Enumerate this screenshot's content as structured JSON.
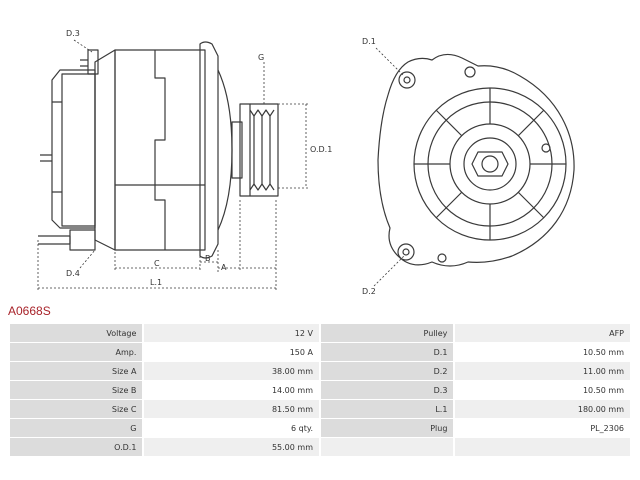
{
  "part_number": "A0668S",
  "drawing_labels": {
    "d1_left": "D.3",
    "g": "G",
    "od1": "O.D.1",
    "d4": "D.4",
    "c": "C",
    "b": "B",
    "a": "A",
    "l1": "L.1",
    "d1_right": "D.1",
    "d2": "D.2"
  },
  "specs": [
    {
      "left_label": "Voltage",
      "left_value": "12 V",
      "right_label": "Pulley",
      "right_value": "AFP"
    },
    {
      "left_label": "Amp.",
      "left_value": "150 A",
      "right_label": "D.1",
      "right_value": "10.50 mm"
    },
    {
      "left_label": "Size A",
      "left_value": "38.00 mm",
      "right_label": "D.2",
      "right_value": "11.00 mm"
    },
    {
      "left_label": "Size B",
      "left_value": "14.00 mm",
      "right_label": "D.3",
      "right_value": "10.50 mm"
    },
    {
      "left_label": "Size C",
      "left_value": "81.50 mm",
      "right_label": "L.1",
      "right_value": "180.00 mm"
    },
    {
      "left_label": "G",
      "left_value": "6 qty.",
      "right_label": "Plug",
      "right_value": "PL_2306"
    },
    {
      "left_label": "O.D.1",
      "left_value": "55.00 mm",
      "right_label": "",
      "right_value": ""
    }
  ]
}
